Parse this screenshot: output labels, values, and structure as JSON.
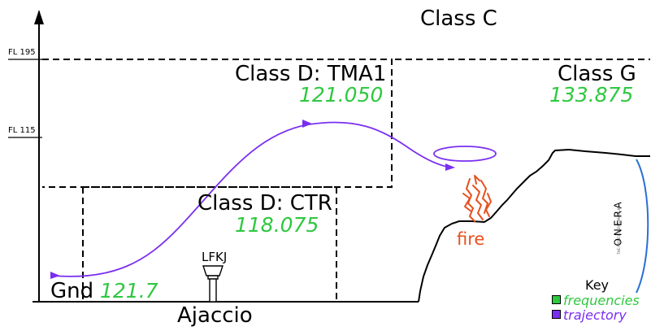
{
  "labels": {
    "class_c": "Class C",
    "class_d_tma1": "Class D: TMA1",
    "class_g": "Class G",
    "class_d_ctr": "Class D: CTR",
    "gnd": "Gnd",
    "ajaccio": "Ajaccio",
    "lfkj": "LFKJ",
    "fire": "fire",
    "fl195": "FL 195",
    "fl115": "FL 115",
    "onera": "ONERA",
    "onera_tagline": "THE FRENCH AEROSPACE LAB"
  },
  "frequencies": {
    "tma1": "121.050",
    "class_g": "133.875",
    "ctr": "118.075",
    "gnd": "121.7"
  },
  "key": {
    "title": "Key",
    "items": [
      {
        "label": "frequencies",
        "color": "#2fc840"
      },
      {
        "label": "trajectory",
        "color": "#7a2ff0"
      }
    ]
  },
  "colors": {
    "frequency": "#2fc840",
    "trajectory": "#7a2ff0",
    "fire": "#e8501e",
    "terrain": "#000000",
    "onera_arc": "#2a6fd6"
  }
}
